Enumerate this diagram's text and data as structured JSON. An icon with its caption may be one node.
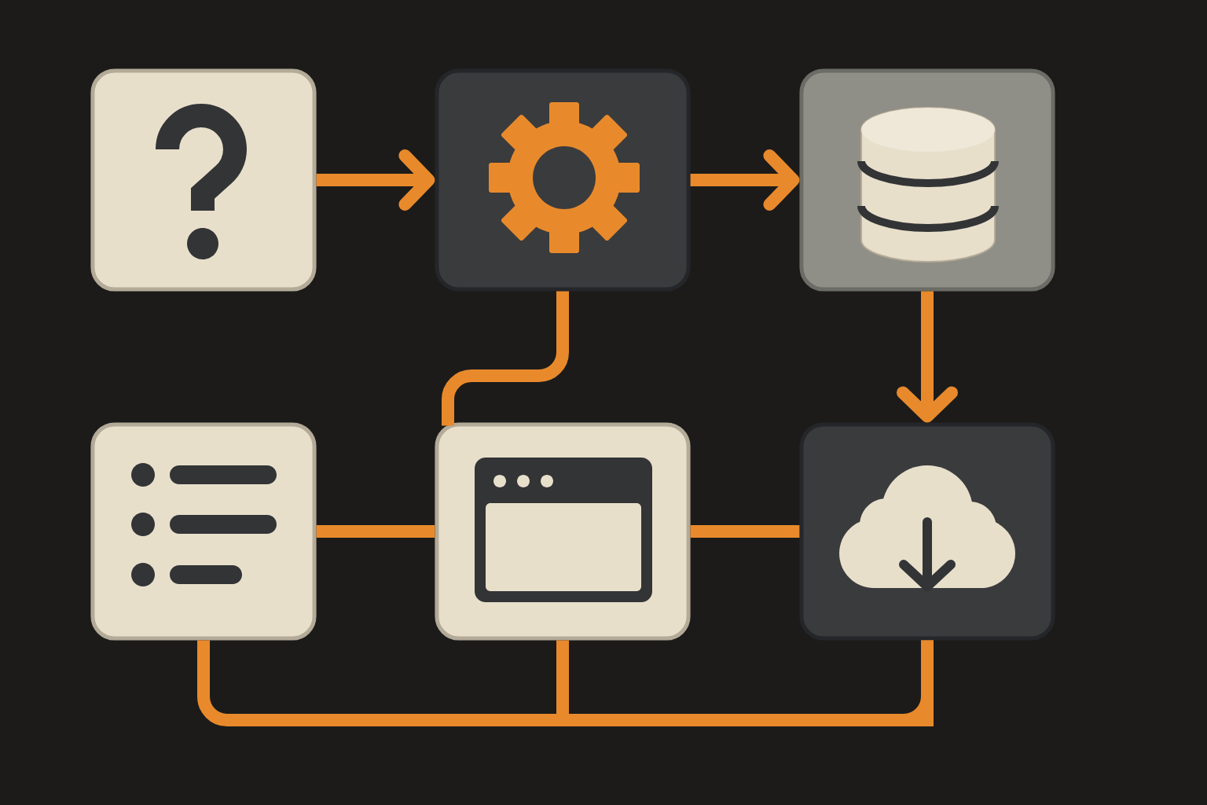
{
  "diagram": {
    "nodes": [
      {
        "text": [],
        "shape": "box"
      },
      {
        "text": [],
        "shape": "box"
      },
      {
        "text": [],
        "shape": "box"
      },
      {
        "text": [],
        "shape": "box"
      },
      {
        "text": [],
        "shape": "box"
      },
      {
        "text": [],
        "shape": "box"
      }
    ],
    "edges": [
      {
        "from": 0,
        "to": 1,
        "arrow": "to"
      },
      {
        "from": 1,
        "to": 2,
        "arrow": "to"
      },
      {
        "from": 1,
        "to": 4,
        "arrow": "none"
      },
      {
        "from": 2,
        "to": 5,
        "arrow": "to"
      },
      {
        "from": 3,
        "to": 4,
        "arrow": "none"
      },
      {
        "from": 4,
        "to": 5,
        "arrow": "none"
      },
      {
        "from": 3,
        "to": 5,
        "arrow": "none"
      },
      {
        "from": 4,
        "to": 5,
        "arrow": "none"
      }
    ]
  }
}
